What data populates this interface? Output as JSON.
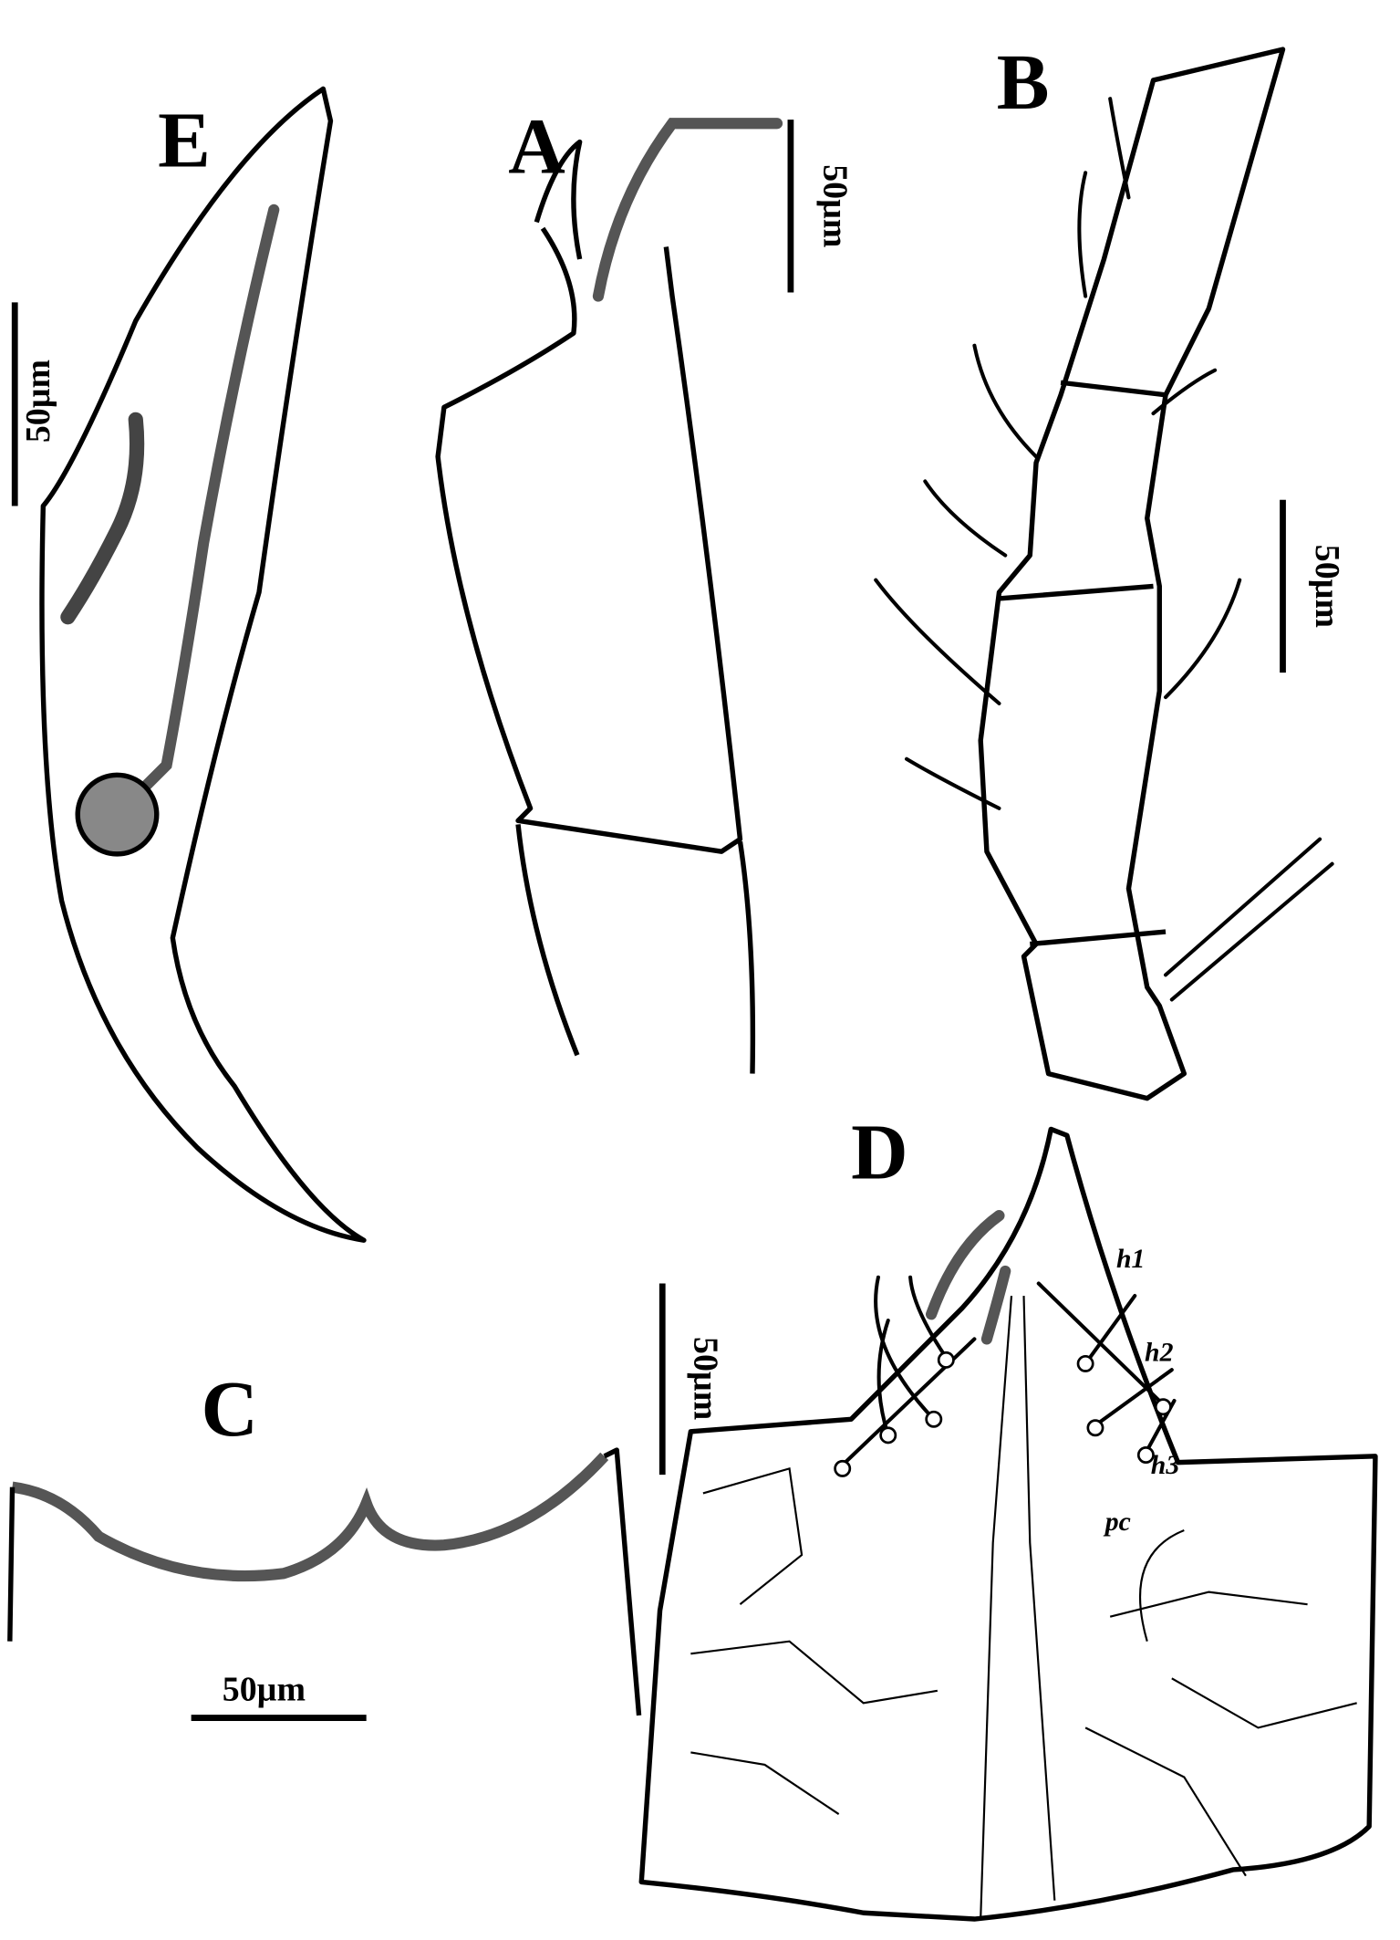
{
  "panels": {
    "A": {
      "label": "A",
      "scale_bar": "50µm"
    },
    "B": {
      "label": "B",
      "scale_bar": "50µm"
    },
    "C": {
      "label": "C",
      "scale_bar": "50µm"
    },
    "D": {
      "label": "D",
      "scale_bar": "50µm",
      "setae": [
        "h1",
        "h2",
        "h3"
      ],
      "region": "pc"
    },
    "E": {
      "label": "E",
      "scale_bar": "50µm"
    }
  }
}
